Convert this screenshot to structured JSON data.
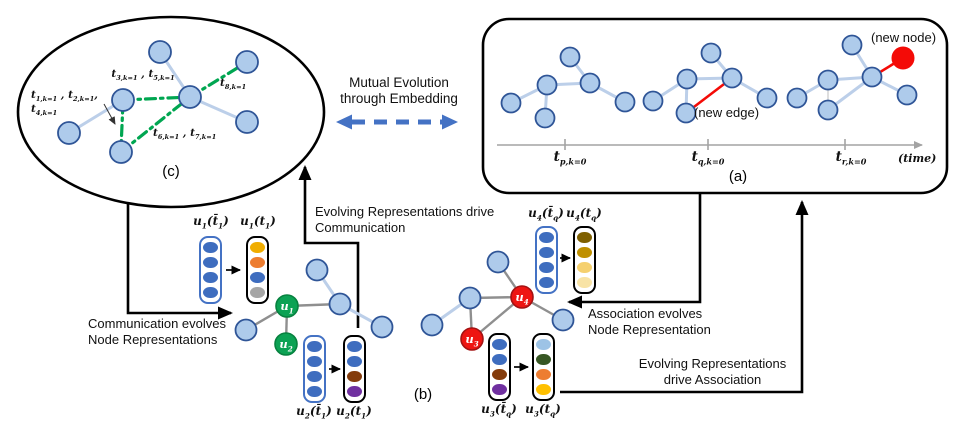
{
  "colors": {
    "node-blue": "#AECBEB",
    "node-blue-border": "#2F5597",
    "edge-blue": "#BCCFE9",
    "edge-gray": "#8F8F8F",
    "green-node": "#0CA254",
    "green-node-border": "#07813F",
    "red-node": "#EE1512",
    "red-node-border": "#A31212",
    "red-accent": "#F40B07",
    "green-dash": "#00A651",
    "arrow-blue": "#4472C4",
    "vec-blue-border": "#4472C4"
  },
  "panel_c": {
    "label": "(c)",
    "edge_label_top": "t_{3,k=1} , t_{5,k=1}",
    "edge_label_right": "t_{8,k=1}",
    "edge_label_left_line1": "t_{1,k=1} , t_{2,k=1},",
    "edge_label_left_line2": "t_{4,k=1}",
    "edge_label_bottom": "t_{6,k=1} , t_{7,k=1}"
  },
  "panel_a": {
    "label": "(a)",
    "new_node_caption": "(new node)",
    "new_edge_caption": "(new edge)",
    "tick1": "t_{p,k=0}",
    "tick2": "t_{q,k=0}",
    "tick3": "t_{r,k=0}",
    "time_axis_caption": "(time)"
  },
  "center_caption": {
    "line1": "Mutual Evolution",
    "line2": "through Embedding"
  },
  "panel_b": {
    "label": "(b)",
    "node_labels": {
      "u1": "u_{1}",
      "u2": "u_{2}",
      "u3": "u_{3}",
      "u4": "u_{4}"
    },
    "vectors": {
      "u1_before": {
        "label": "u_{1}(t̄_{1})",
        "dots": [
          "#3E6DBF",
          "#3E6DBF",
          "#3E6DBF",
          "#3E6DBF"
        ]
      },
      "u1_after": {
        "label": "u_{1}(t_{1})",
        "dots": [
          "#F0AD00",
          "#ED7D31",
          "#3E6DBF",
          "#A6A6A6"
        ]
      },
      "u2_before": {
        "label": "u_{2}(t̄_{1})",
        "dots": [
          "#3E6DBF",
          "#3E6DBF",
          "#3E6DBF",
          "#3E6DBF"
        ]
      },
      "u2_after": {
        "label": "u_{2}(t_{1})",
        "dots": [
          "#3E6DBF",
          "#3E6DBF",
          "#843C0C",
          "#7030A0"
        ]
      },
      "u4_before": {
        "label": "u_{4}(t̄_{q})",
        "dots": [
          "#3E6DBF",
          "#3E6DBF",
          "#3E6DBF",
          "#3E6DBF"
        ]
      },
      "u4_after": {
        "label": "u_{4}(t_{q})",
        "dots": [
          "#7F6000",
          "#BF9000",
          "#F5D06E",
          "#F8E3A5"
        ]
      },
      "u3_before": {
        "label": "u_{3}(t̄_{q})",
        "dots": [
          "#3E6DBF",
          "#3E6DBF",
          "#843C0C",
          "#7030A0"
        ]
      },
      "u3_after": {
        "label": "u_{3}(t_{q})",
        "dots": [
          "#9DC3E6",
          "#375623",
          "#ED7D31",
          "#FFC000"
        ]
      }
    }
  },
  "annotations": {
    "drive_communication": {
      "line1": "Evolving Representations drive",
      "line2": "Communication"
    },
    "communication_evolves": {
      "line1": "Communication evolves",
      "line2": "Node Representations"
    },
    "association_evolves": {
      "line1": "Association evolves",
      "line2": "Node Representation"
    },
    "drive_association": {
      "line1": "Evolving Representations",
      "line2": "drive Association"
    }
  }
}
